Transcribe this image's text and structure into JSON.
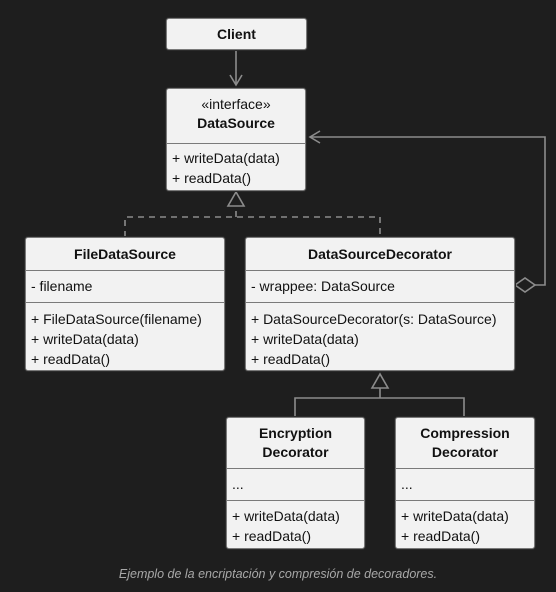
{
  "caption": "Ejemplo de la encriptación y compresión de decoradores.",
  "colors": {
    "background": "#1e1e1e",
    "box": "#f2f2f2",
    "border": "#7a7a7a",
    "connector": "#8c8c8c",
    "caption": "#a8a8a8"
  },
  "classes": {
    "client": {
      "name": "Client"
    },
    "datasource": {
      "stereotype": "«interface»",
      "name": "DataSource",
      "methods": [
        "+ writeData(data)",
        "+ readData()"
      ]
    },
    "filedatasource": {
      "name": "FileDataSource",
      "fields": [
        "- filename"
      ],
      "methods": [
        "+ FileDataSource(filename)",
        "+ writeData(data)",
        "+ readData()"
      ]
    },
    "decorator": {
      "name": "DataSourceDecorator",
      "fields": [
        "- wrappee: DataSource"
      ],
      "methods": [
        "+ DataSourceDecorator(s: DataSource)",
        "+ writeData(data)",
        "+ readData()"
      ]
    },
    "encryption": {
      "name_line1": "Encryption",
      "name_line2": "Decorator",
      "fields": [
        "..."
      ],
      "methods": [
        "+ writeData(data)",
        "+ readData()"
      ]
    },
    "compression": {
      "name_line1": "Compression",
      "name_line2": "Decorator",
      "fields": [
        "..."
      ],
      "methods": [
        "+ writeData(data)",
        "+ readData()"
      ]
    }
  }
}
